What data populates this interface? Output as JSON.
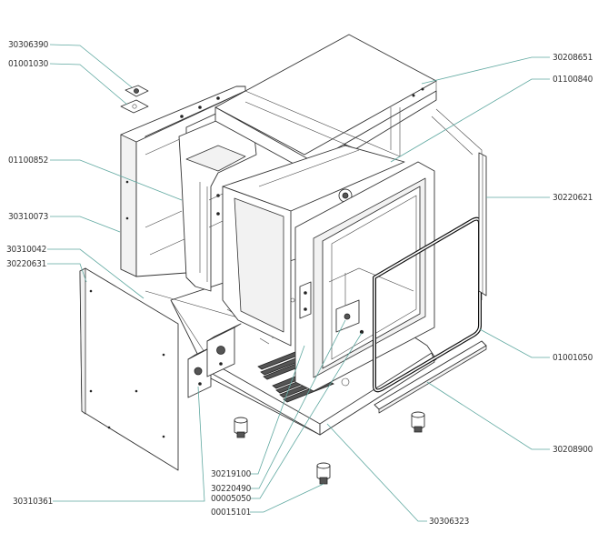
{
  "callouts": {
    "c30306390": "30306390",
    "c01001030": "01001030",
    "c01100852": "01100852",
    "c30310073": "30310073",
    "c30310042": "30310042",
    "c30220631": "30220631",
    "c30208651": "30208651",
    "c01100840": "01100840",
    "c30220621": "30220621",
    "c01001050": "01001050",
    "c30208900": "30208900",
    "c30219100": "30219100",
    "c30220490": "30220490",
    "c00005050": "00005050",
    "c00015101": "00015101",
    "c30310361": "30310361",
    "c30306323": "30306323"
  }
}
